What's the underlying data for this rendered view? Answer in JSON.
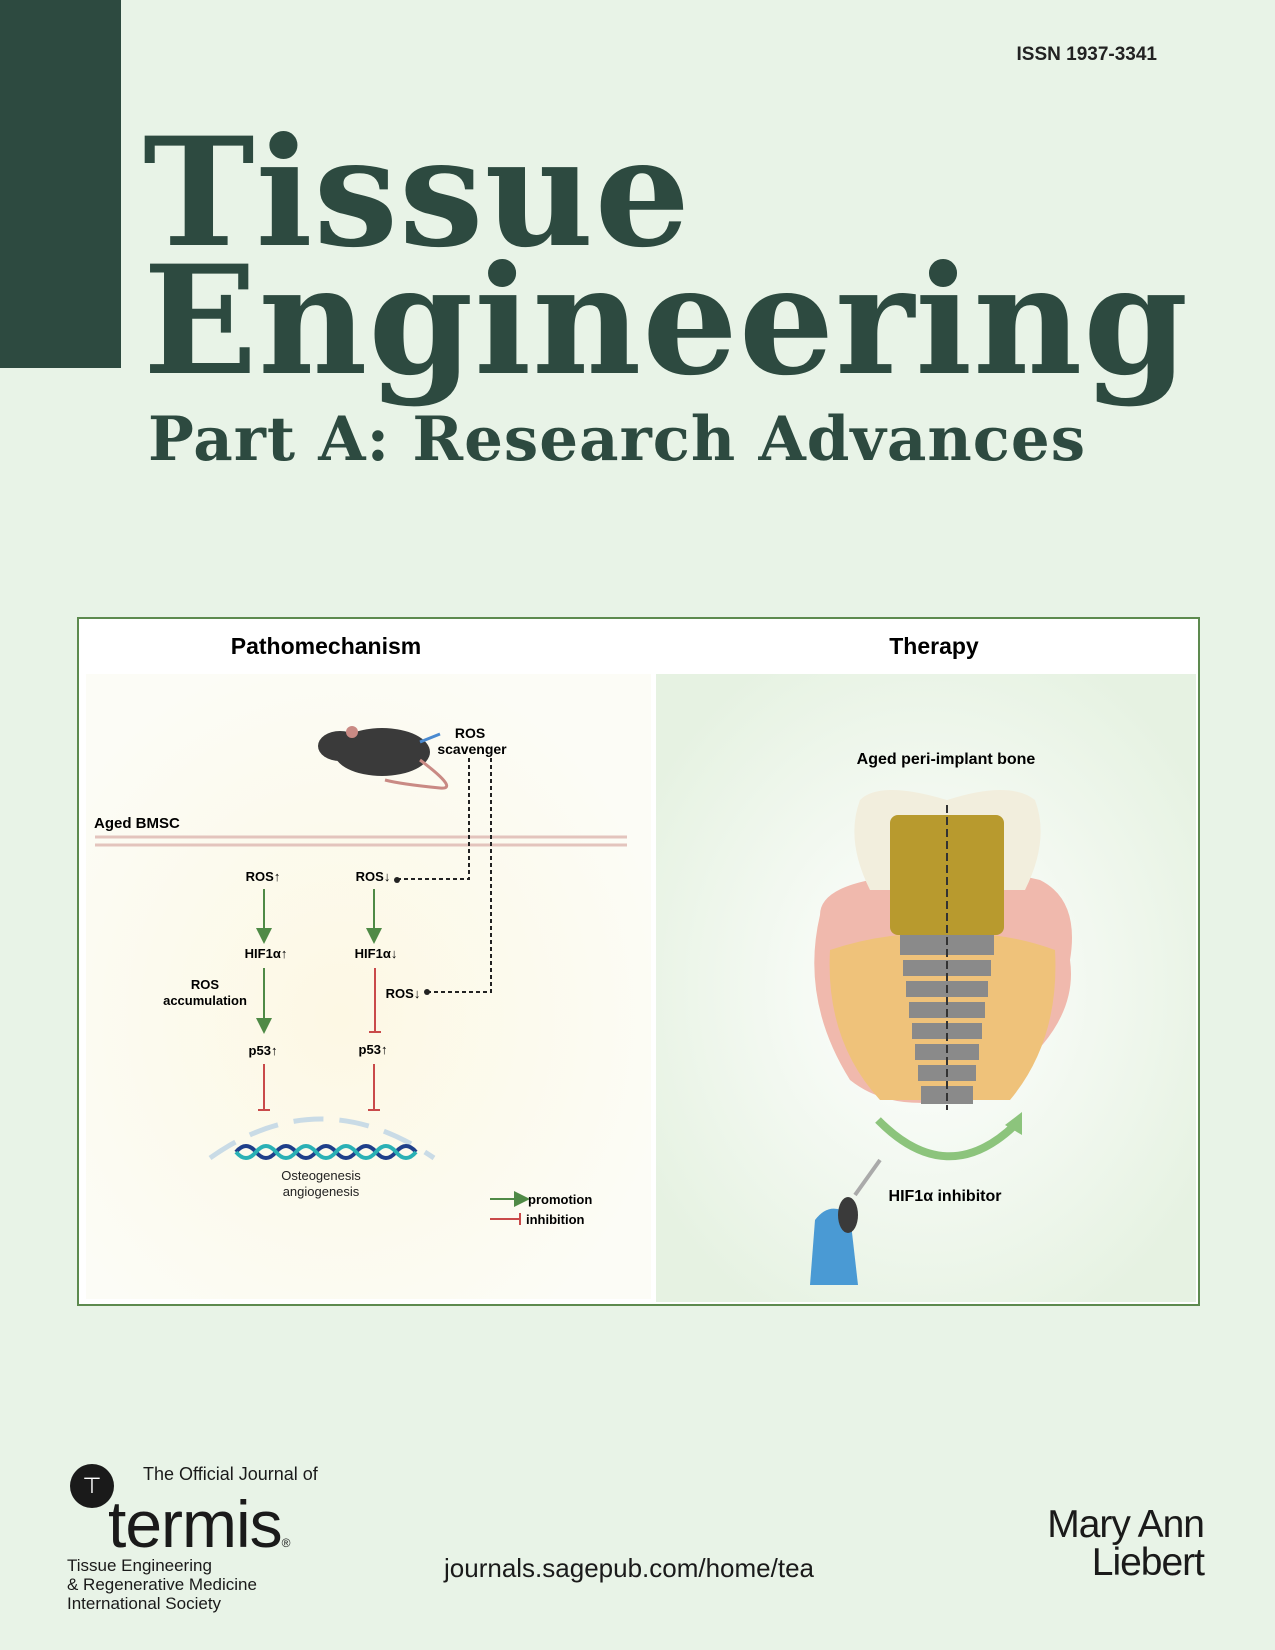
{
  "cover": {
    "issn": "ISSN 1937-3341",
    "title_line1": "Tissue",
    "title_line2": "Engineering",
    "subtitle": "Part A: Research Advances",
    "colors": {
      "background": "#e8f3e7",
      "title": "#2d4a40",
      "figure_border": "#5d8a4f",
      "promotion": "#4f8a46",
      "inhibition": "#c94a4a"
    }
  },
  "figure": {
    "left_title": "Pathomechanism",
    "right_title": "Therapy",
    "ros_scavenger_1": "ROS",
    "ros_scavenger_2": "scavenger",
    "aged_bmsc": "Aged BMSC",
    "ros_up": "ROS↑",
    "ros_down": "ROS↓",
    "hif_up": "HIF1α↑",
    "hif_down": "HIF1α↓",
    "ros_accum_1": "ROS",
    "ros_accum_2": "accumulation",
    "ros_down_2": "ROS↓",
    "p53_up_left": "p53↑",
    "p53_up_right": "p53↑",
    "outcome_1": "Osteogenesis",
    "outcome_2": "angiogenesis",
    "legend_promotion": "promotion",
    "legend_inhibition": "inhibition",
    "aged_bone": "Aged peri-implant bone",
    "hif_inhibitor": "HIF1α inhibitor"
  },
  "footer": {
    "official": "The Official Journal of",
    "termis": "termis",
    "registered": "®",
    "society": [
      "Tissue Engineering",
      "& Regenerative Medicine",
      "International Society"
    ],
    "url": "journals.sagepub.com/home/tea",
    "publisher_1": "Mary Ann",
    "publisher_2": "Liebert"
  }
}
